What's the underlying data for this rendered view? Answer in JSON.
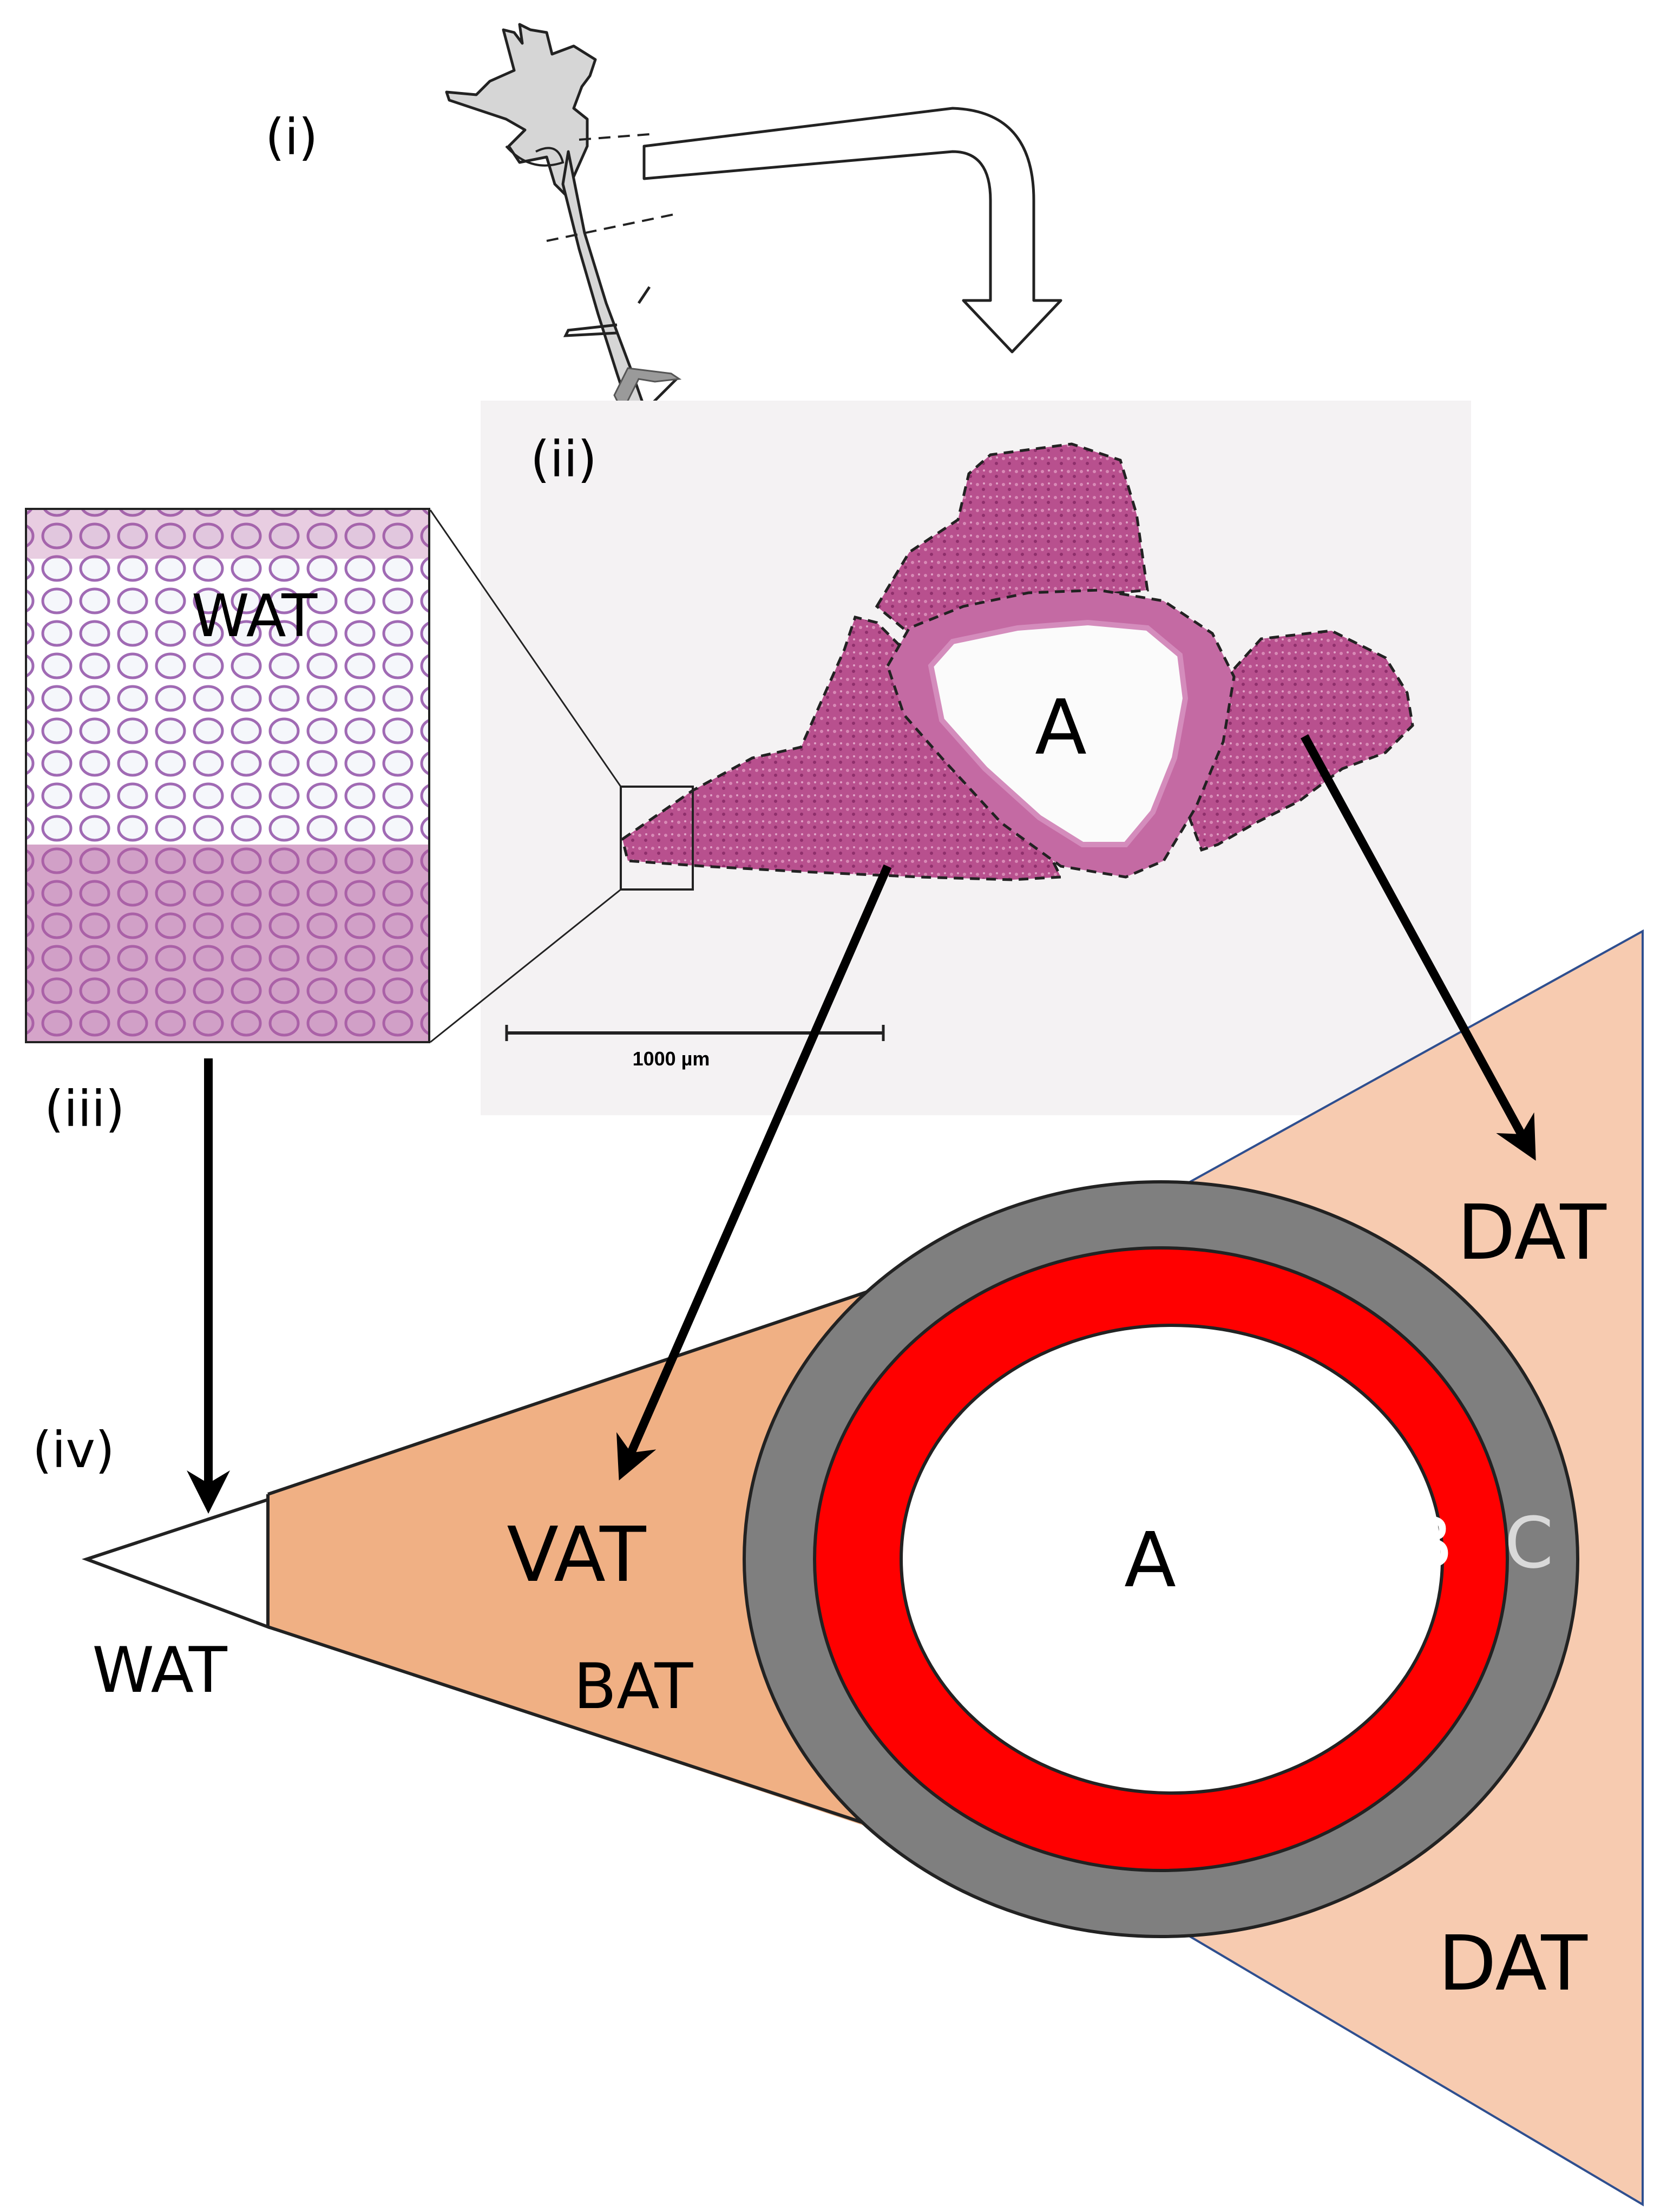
{
  "panels": {
    "i": "(i)",
    "ii": "(ii)",
    "iii": "(iii)",
    "iv": "(iv)"
  },
  "histology": {
    "inset_label": "WAT",
    "lumen_label": "A",
    "scale_bar_label": "1000 µm"
  },
  "schematic": {
    "lumen_label": "A",
    "layer_b_label": "B",
    "layer_c_label": "C",
    "vat_label": "VAT",
    "bat_label": "BAT",
    "dat_upper_label": "DAT",
    "dat_lower_label": "DAT",
    "wat_label": "WAT"
  },
  "colors": {
    "pink_tissue": "#b5508f",
    "vat_orange": "#f0b084",
    "dat_peach": "#f7cbb0",
    "ring_grey": "#7f7f7f",
    "ring_red": "#ff0000",
    "vessel_grey": "#d4d4d4"
  }
}
